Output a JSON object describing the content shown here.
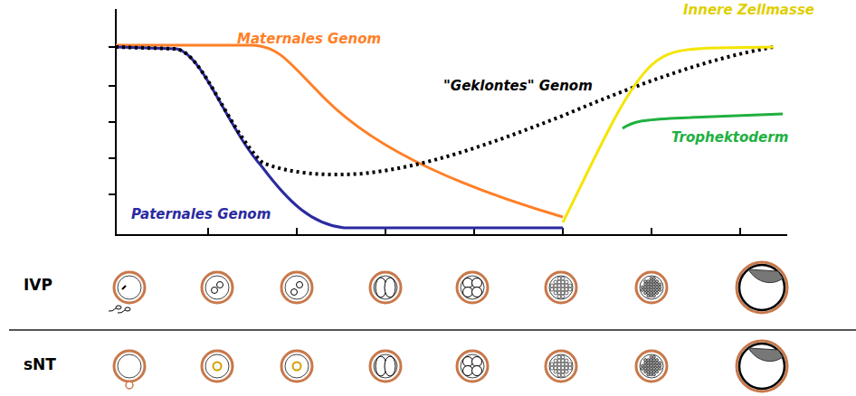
{
  "diagram": {
    "labels": [
      "Maternales Genom",
      "\"Geklontes\" Genom",
      "Innere Zellmasse",
      "Trophektoderm",
      "Paternales Genom",
      "IVP",
      "sNT"
    ]
  }
}
